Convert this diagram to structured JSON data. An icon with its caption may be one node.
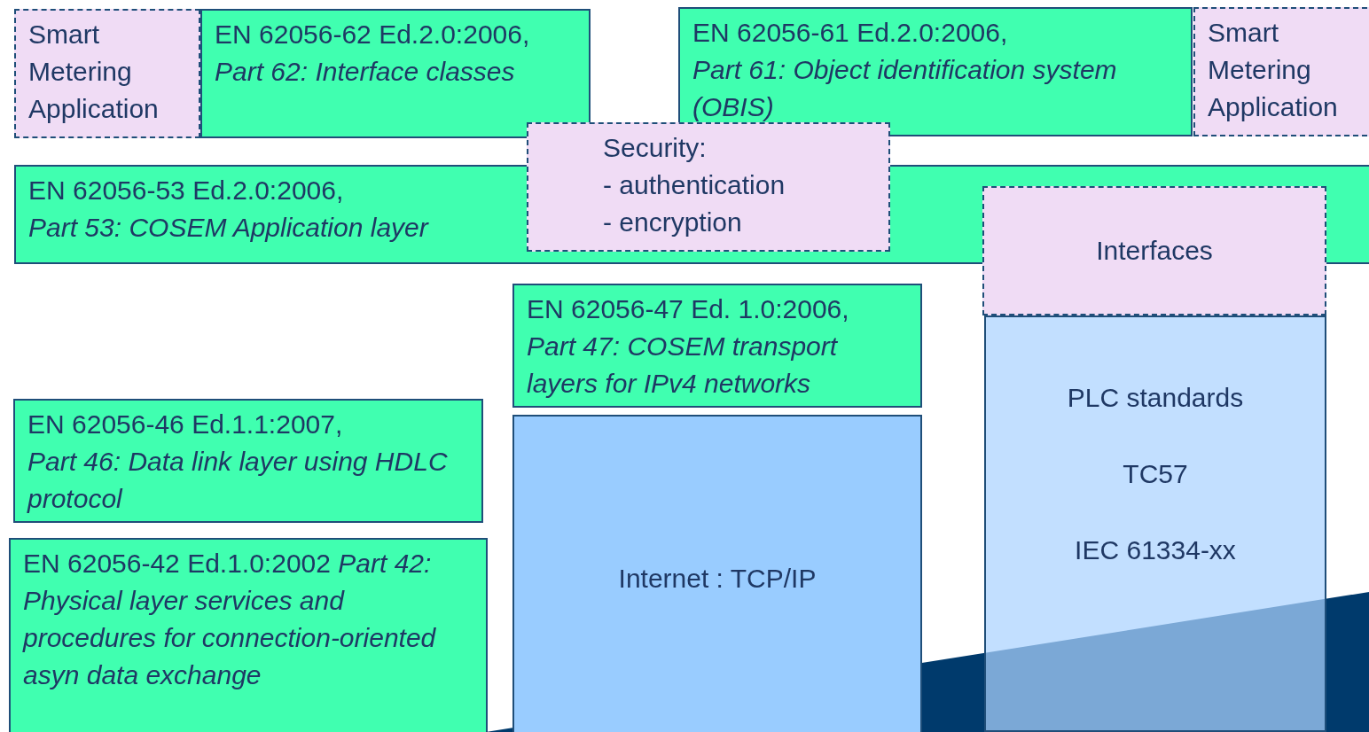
{
  "diagram": {
    "nodes": [
      {
        "text": [
          "Smart Metering Application"
        ]
      },
      {
        "text": [
          "EN 62056-62 Ed.2.0:2006,",
          "Part 62: Interface classes"
        ]
      },
      {
        "text": [
          "EN 62056-61 Ed.2.0:2006,",
          "Part 61: Object identification system (OBIS)"
        ]
      },
      {
        "text": [
          "Smart Metering Application"
        ]
      },
      {
        "text": [
          "Security:",
          "- authentication",
          "- encryption"
        ]
      },
      {
        "text": [
          "EN 62056-53 Ed.2.0:2006,",
          "Part 53: COSEM Application layer"
        ]
      },
      {
        "text": [
          "Interfaces"
        ]
      },
      {
        "text": [
          "EN 62056-47 Ed. 1.0:2006,",
          "Part 47: COSEM transport layers for IPv4 networks"
        ]
      },
      {
        "text": [
          "EN 62056-46 Ed.1.1:2007,",
          "Part 46: Data link layer using HDLC protocol"
        ]
      },
      {
        "text": [
          "Internet : TCP/IP"
        ]
      },
      {
        "text": [
          "PLC standards",
          "TC57",
          "IEC 61334-xx"
        ]
      },
      {
        "text": [
          "EN 62056-42 Ed.1.0:2002 *Part 42: Physical layer services and procedures for connection-oriented asyn data exchange*"
        ]
      }
    ],
    "edges": []
  }
}
